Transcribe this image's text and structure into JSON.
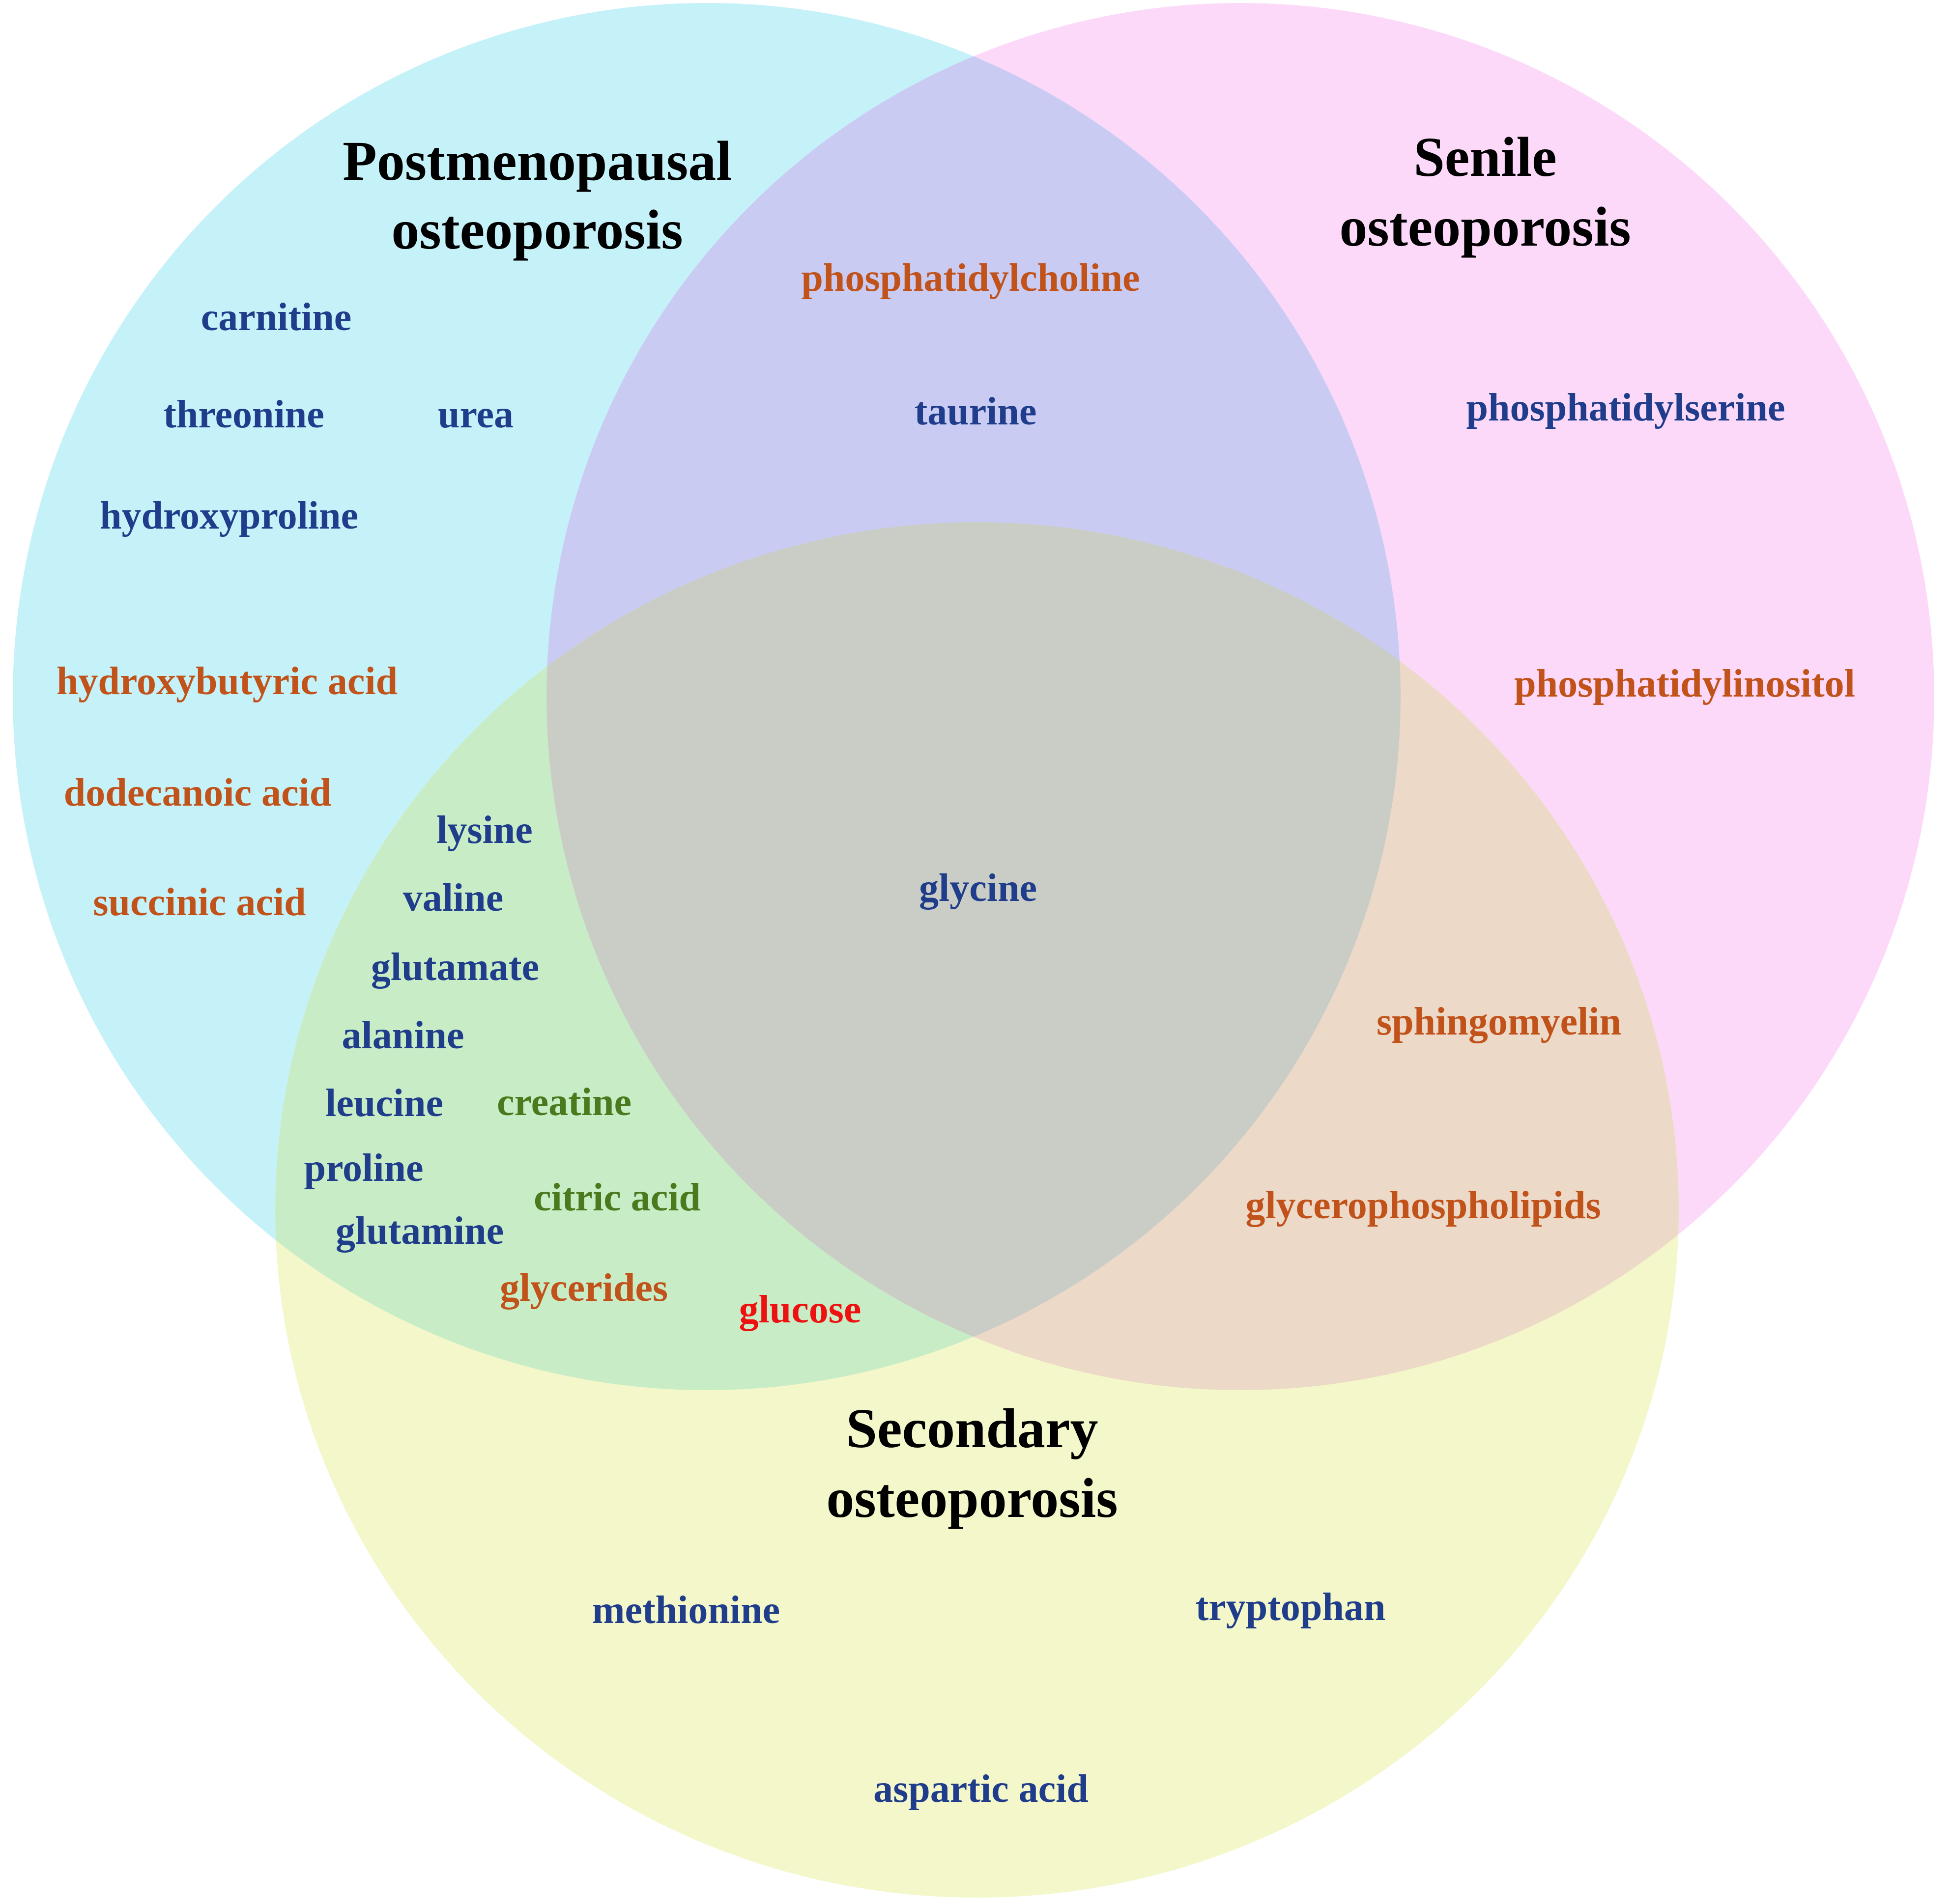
{
  "colors": {
    "circle_postmenopausal": "#c5f1f9",
    "circle_senile": "#fcd9f9",
    "circle_secondary": "#f3f7c9",
    "overlap_post_senile": "#c9cbf3",
    "overlap_post_secondary": "#c8edc6",
    "overlap_senile_secondary": "#edd9c8",
    "overlap_all": "#c9cdc6",
    "blue": "#1f3d8a",
    "orange": "#c0521a",
    "green": "#4a7a1e",
    "red": "#ee1111"
  },
  "sets": {
    "postmenopausal": {
      "title_line1": "Postmenopausal",
      "title_line2": "osteoporosis"
    },
    "senile": {
      "title_line1": "Senile",
      "title_line2": "osteoporosis"
    },
    "secondary": {
      "title_line1": "Secondary",
      "title_line2": "osteoporosis"
    }
  },
  "metabolites": {
    "carnitine": {
      "label": "carnitine",
      "color": "blue"
    },
    "threonine": {
      "label": "threonine",
      "color": "blue"
    },
    "urea": {
      "label": "urea",
      "color": "blue"
    },
    "hydroxyproline": {
      "label": "hydroxyproline",
      "color": "blue"
    },
    "hydroxybutyric_acid": {
      "label": "hydroxybutyric acid",
      "color": "orange"
    },
    "dodecanoic_acid": {
      "label": "dodecanoic acid",
      "color": "orange"
    },
    "succinic_acid": {
      "label": "succinic acid",
      "color": "orange"
    },
    "phosphatidylcholine": {
      "label": "phosphatidylcholine",
      "color": "orange"
    },
    "taurine": {
      "label": "taurine",
      "color": "blue"
    },
    "phosphatidylserine": {
      "label": "phosphatidylserine",
      "color": "blue"
    },
    "phosphatidylinositol": {
      "label": "phosphatidylinositol",
      "color": "orange"
    },
    "lysine": {
      "label": "lysine",
      "color": "blue"
    },
    "valine": {
      "label": "valine",
      "color": "blue"
    },
    "glutamate": {
      "label": "glutamate",
      "color": "blue"
    },
    "alanine": {
      "label": "alanine",
      "color": "blue"
    },
    "leucine": {
      "label": "leucine",
      "color": "blue"
    },
    "creatine": {
      "label": "creatine",
      "color": "green"
    },
    "proline": {
      "label": "proline",
      "color": "blue"
    },
    "citric_acid": {
      "label": "citric acid",
      "color": "green"
    },
    "glutamine": {
      "label": "glutamine",
      "color": "blue"
    },
    "glycerides": {
      "label": "glycerides",
      "color": "orange"
    },
    "glucose": {
      "label": "glucose",
      "color": "red"
    },
    "glycine": {
      "label": "glycine",
      "color": "blue"
    },
    "sphingomyelin": {
      "label": "sphingomyelin",
      "color": "orange"
    },
    "glycerophospholipids": {
      "label": "glycerophospholipids",
      "color": "orange"
    },
    "methionine": {
      "label": "methionine",
      "color": "blue"
    },
    "tryptophan": {
      "label": "tryptophan",
      "color": "blue"
    },
    "aspartic_acid": {
      "label": "aspartic acid",
      "color": "blue"
    }
  }
}
